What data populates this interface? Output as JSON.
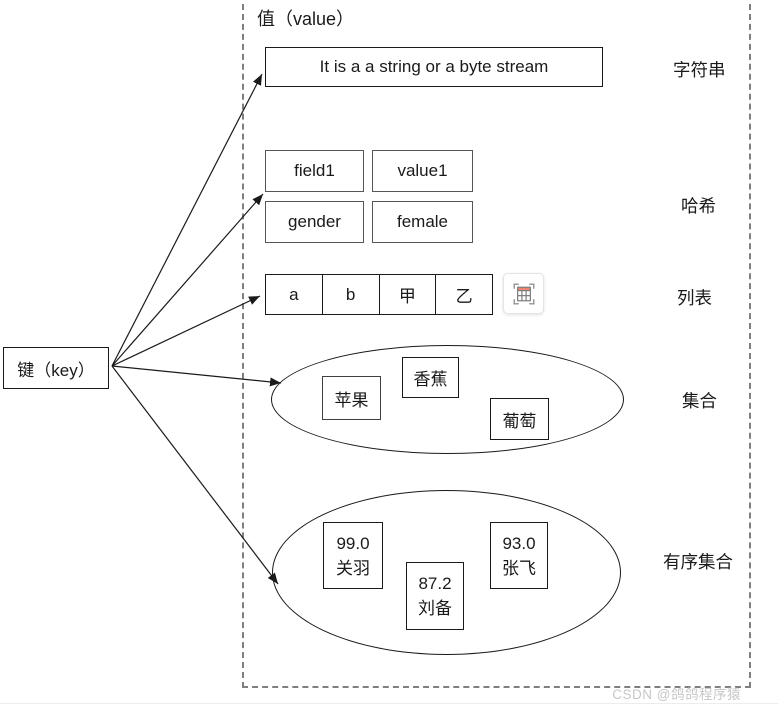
{
  "diagram": {
    "value_title": "值（value）",
    "key_label": "键（key）",
    "sections": {
      "string": {
        "content": "It is a a string or a byte stream",
        "label": "字符串"
      },
      "hash": {
        "rows": [
          [
            "field1",
            "value1"
          ],
          [
            "gender",
            "female"
          ]
        ],
        "label": "哈希"
      },
      "list": {
        "cells": [
          "a",
          "b",
          "甲",
          "乙"
        ],
        "icon": "table-icon",
        "label": "列表"
      },
      "set": {
        "items": [
          "苹果",
          "香蕉",
          "葡萄"
        ],
        "label": "集合"
      },
      "sorted_set": {
        "items": [
          {
            "score": "99.0",
            "member": "关羽"
          },
          {
            "score": "87.2",
            "member": "刘备"
          },
          {
            "score": "93.0",
            "member": "张飞"
          }
        ],
        "label": "有序集合"
      }
    }
  },
  "watermark": "CSDN @鸽鸽程序猿",
  "colors": {
    "line": "#1a1a1a",
    "hash_border": "#565656",
    "dashed_border": "#7f7f7f",
    "icon_accent": "#ed8573",
    "watermark": "#c7c7c7"
  }
}
